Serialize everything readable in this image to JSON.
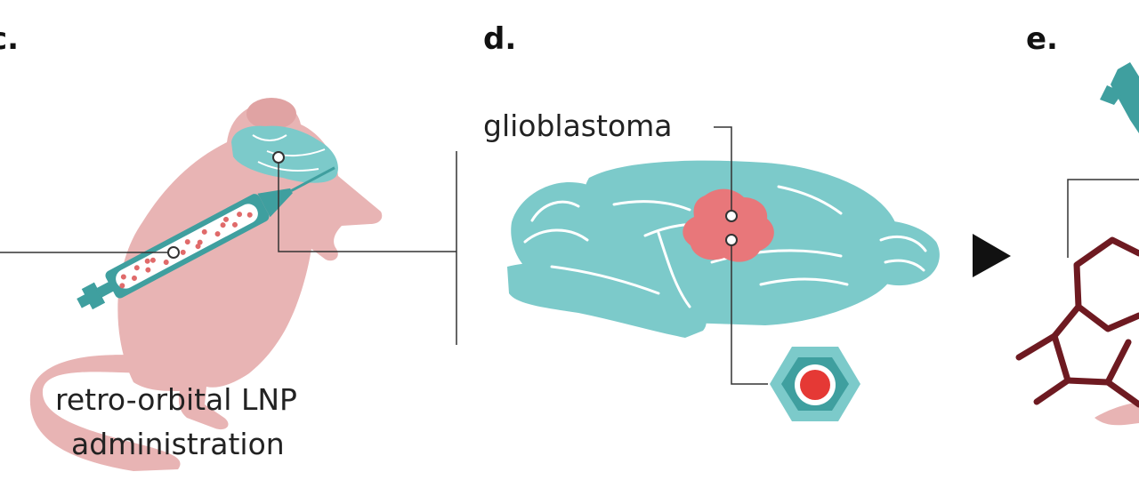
{
  "panels": [
    {
      "label": "c."
    },
    {
      "label": "d."
    },
    {
      "label": "e."
    }
  ],
  "labels": {
    "injection_line1": "retro-orbital LNP",
    "injection_line2": "administration",
    "tumor": "glioblastoma"
  },
  "colors": {
    "mouse": "#e8b4b4",
    "brain": "#7ccaca",
    "brain_dark": "#3f9f9f",
    "tumor": "#e8777a",
    "dots": "#e06a6a",
    "molecule": "#6e1a21",
    "line": "#333333"
  }
}
